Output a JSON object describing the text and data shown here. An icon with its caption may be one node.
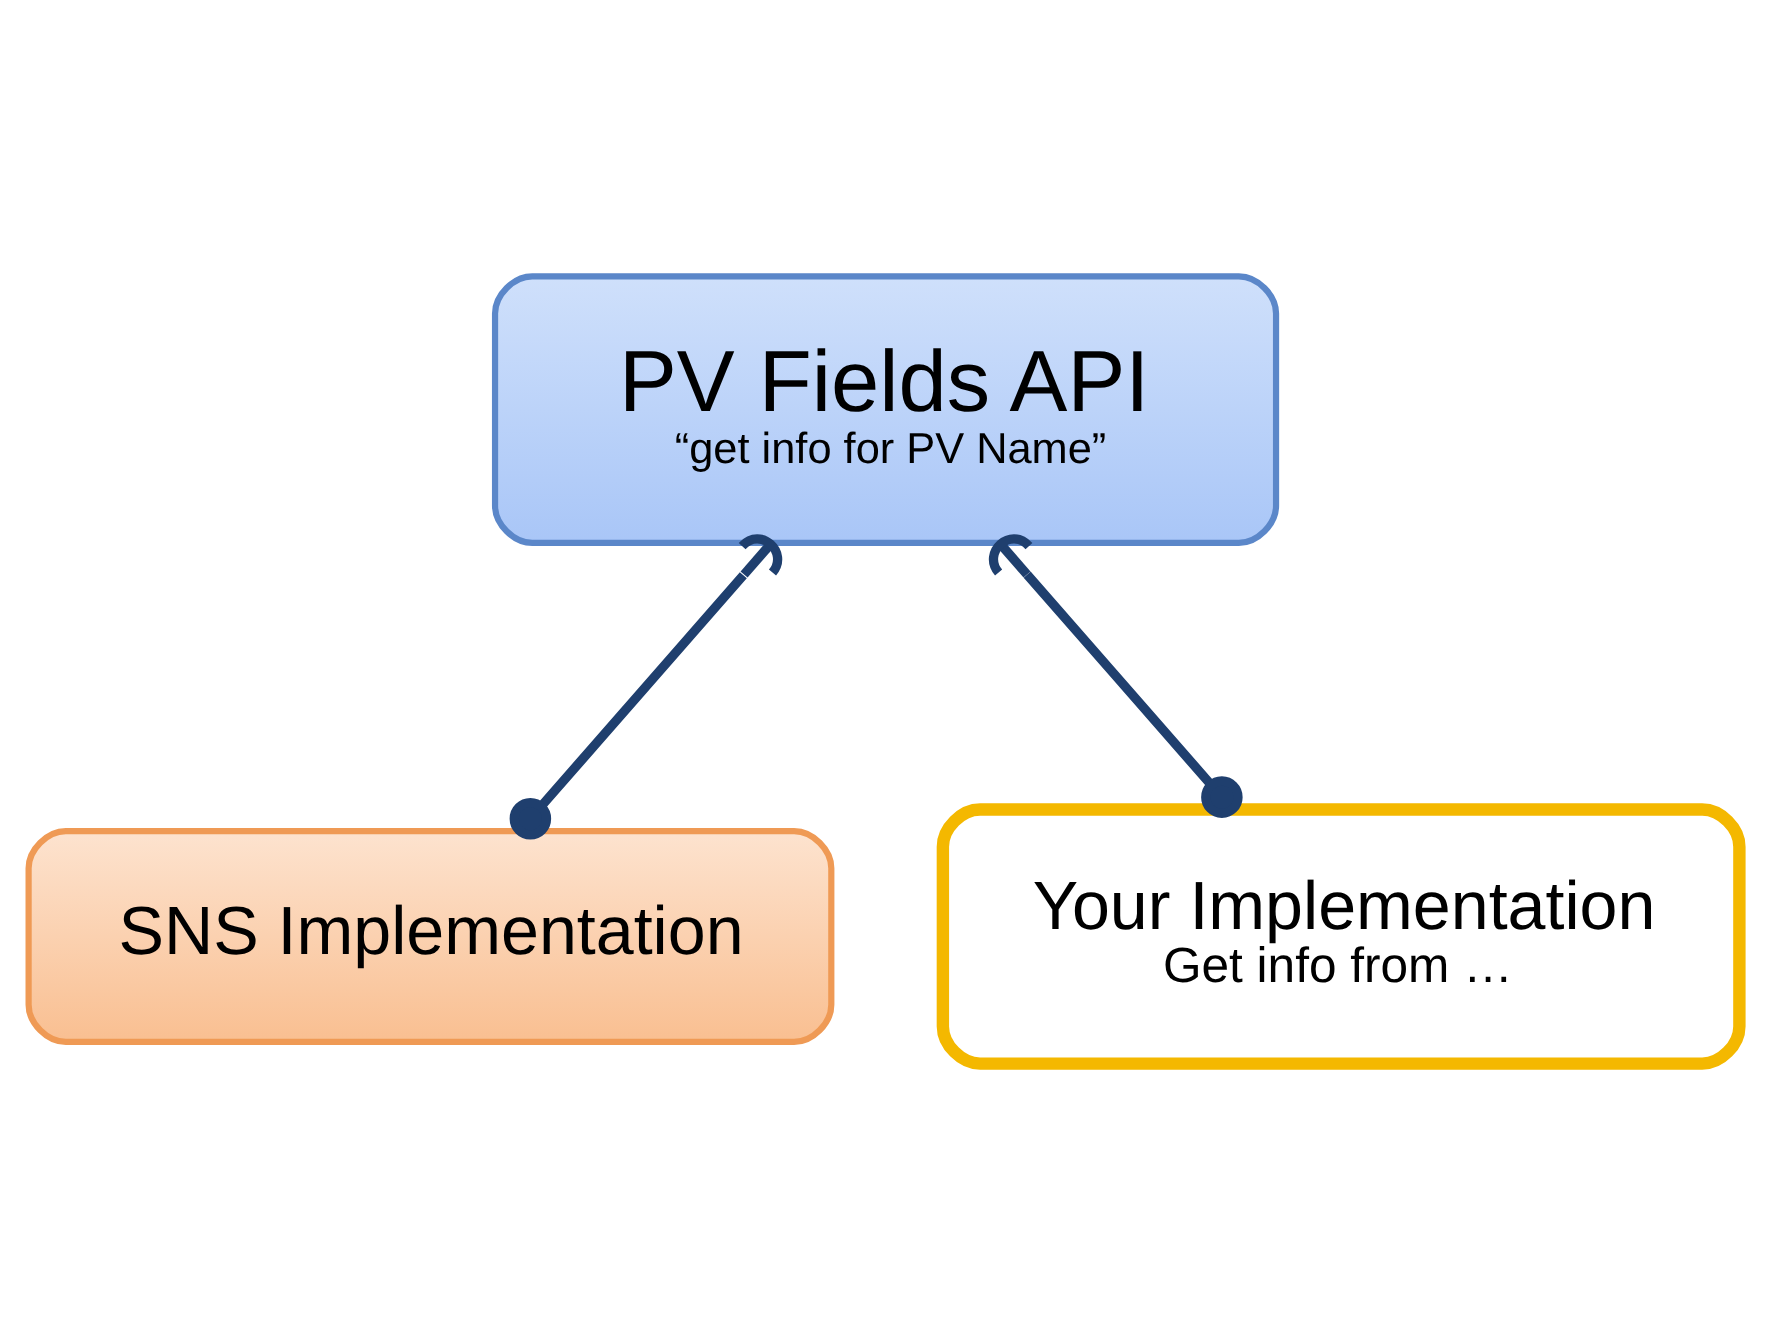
{
  "diagram": {
    "nodes": [
      {
        "text": [
          "PV Fields API",
          "“get info for PV Name”"
        ]
      },
      {
        "text": [
          "SNS Implementation"
        ]
      },
      {
        "text": [
          "Your Implementation",
          "Get info from …"
        ]
      }
    ],
    "edges": [
      {
        "from": 0,
        "to": 1,
        "arrow": "other"
      },
      {
        "from": 0,
        "to": 2,
        "arrow": "other"
      }
    ]
  }
}
